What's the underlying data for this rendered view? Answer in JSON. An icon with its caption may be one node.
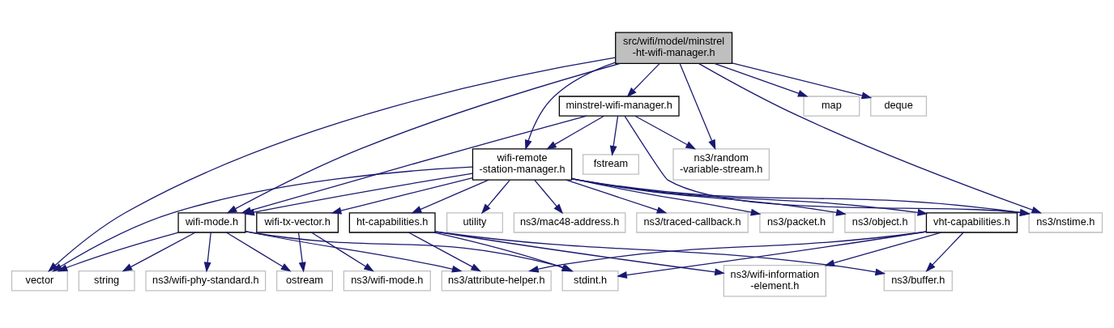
{
  "diagram": {
    "nodes": [
      {
        "text": [
          "src/wifi/model/minstrel-ht-wifi-manager.h"
        ]
      },
      {
        "text": [
          "minstrel-wifi-manager.h"
        ]
      },
      {
        "text": [
          "map"
        ]
      },
      {
        "text": [
          "deque"
        ]
      },
      {
        "text": [
          "wifi-remote-station-manager.h"
        ]
      },
      {
        "text": [
          "fstream"
        ]
      },
      {
        "text": [
          "ns3/random-variable-stream.h"
        ]
      },
      {
        "text": [
          "wifi-mode.h"
        ]
      },
      {
        "text": [
          "utility"
        ]
      },
      {
        "text": [
          "ns3/mac48-address.h"
        ]
      },
      {
        "text": [
          "ns3/traced-callback.h"
        ]
      },
      {
        "text": [
          "ns3/packet.h"
        ]
      },
      {
        "text": [
          "ns3/object.h"
        ]
      },
      {
        "text": [
          "wifi-tx-vector.h"
        ]
      },
      {
        "text": [
          "ht-capabilities.h"
        ]
      },
      {
        "text": [
          "vht-capabilities.h"
        ]
      },
      {
        "text": [
          "ns3/nstime.h"
        ]
      },
      {
        "text": [
          "vector"
        ]
      },
      {
        "text": [
          "string"
        ]
      },
      {
        "text": [
          "ns3/wifi-phy-standard.h"
        ]
      },
      {
        "text": [
          "ostream"
        ]
      },
      {
        "text": [
          "ns3/wifi-mode.h"
        ]
      },
      {
        "text": [
          "stdint.h"
        ]
      },
      {
        "text": [
          "ns3/attribute-helper.h"
        ]
      },
      {
        "text": [
          "ns3/buffer.h"
        ]
      },
      {
        "text": [
          "ns3/wifi-information-element.h"
        ]
      }
    ],
    "edges": [
      {
        "from": 0,
        "to": 1,
        "arrow": "to"
      },
      {
        "from": 0,
        "to": 4,
        "arrow": "to"
      },
      {
        "from": 0,
        "to": 6,
        "arrow": "to"
      },
      {
        "from": 0,
        "to": 16,
        "arrow": "to"
      },
      {
        "from": 0,
        "to": 2,
        "arrow": "to"
      },
      {
        "from": 0,
        "to": 3,
        "arrow": "to"
      },
      {
        "from": 0,
        "to": 17,
        "arrow": "to"
      },
      {
        "from": 0,
        "to": 7,
        "arrow": "to"
      },
      {
        "from": 1,
        "to": 4,
        "arrow": "to"
      },
      {
        "from": 1,
        "to": 7,
        "arrow": "to"
      },
      {
        "from": 1,
        "to": 5,
        "arrow": "to"
      },
      {
        "from": 1,
        "to": 6,
        "arrow": "to"
      },
      {
        "from": 1,
        "to": 16,
        "arrow": "to"
      },
      {
        "from": 4,
        "to": 7,
        "arrow": "to"
      },
      {
        "from": 4,
        "to": 17,
        "arrow": "to"
      },
      {
        "from": 4,
        "to": 8,
        "arrow": "to"
      },
      {
        "from": 4,
        "to": 9,
        "arrow": "to"
      },
      {
        "from": 4,
        "to": 10,
        "arrow": "to"
      },
      {
        "from": 4,
        "to": 11,
        "arrow": "to"
      },
      {
        "from": 4,
        "to": 12,
        "arrow": "to"
      },
      {
        "from": 4,
        "to": 13,
        "arrow": "to"
      },
      {
        "from": 4,
        "to": 14,
        "arrow": "to"
      },
      {
        "from": 4,
        "to": 15,
        "arrow": "to"
      },
      {
        "from": 4,
        "to": 16,
        "arrow": "to"
      },
      {
        "from": 7,
        "to": 17,
        "arrow": "to"
      },
      {
        "from": 7,
        "to": 18,
        "arrow": "to"
      },
      {
        "from": 7,
        "to": 19,
        "arrow": "to"
      },
      {
        "from": 7,
        "to": 20,
        "arrow": "to"
      },
      {
        "from": 7,
        "to": 22,
        "arrow": "to"
      },
      {
        "from": 7,
        "to": 23,
        "arrow": "to"
      },
      {
        "from": 13,
        "to": 20,
        "arrow": "to"
      },
      {
        "from": 13,
        "to": 21,
        "arrow": "to"
      },
      {
        "from": 14,
        "to": 22,
        "arrow": "to"
      },
      {
        "from": 14,
        "to": 23,
        "arrow": "to"
      },
      {
        "from": 14,
        "to": 24,
        "arrow": "to"
      },
      {
        "from": 14,
        "to": 25,
        "arrow": "to"
      },
      {
        "from": 15,
        "to": 22,
        "arrow": "to"
      },
      {
        "from": 15,
        "to": 23,
        "arrow": "to"
      },
      {
        "from": 15,
        "to": 24,
        "arrow": "to"
      },
      {
        "from": 15,
        "to": 25,
        "arrow": "to"
      }
    ]
  }
}
